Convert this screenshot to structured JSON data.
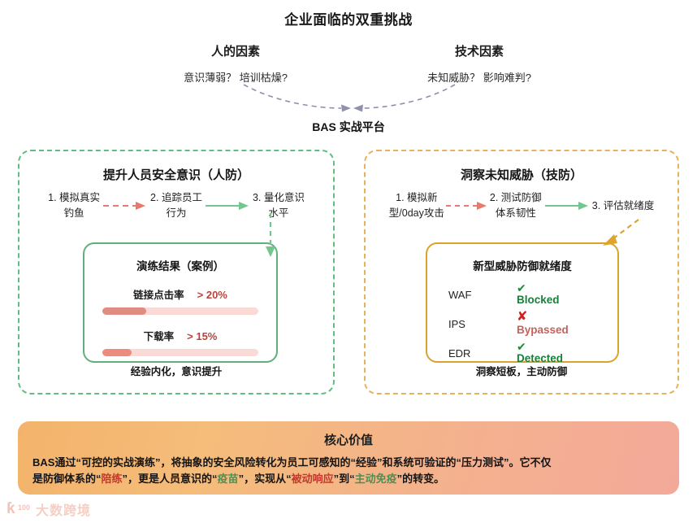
{
  "title": "企业面临的双重挑战",
  "causes": [
    {
      "title": "人的因素",
      "sub": "意识薄弱？  培训枯燥?"
    },
    {
      "title": "技术因素",
      "sub": "未知威胁？  影响难判?"
    }
  ],
  "platform_label": "BAS 实战平台",
  "panels": {
    "left": {
      "title": "提升人员安全意识（人防）",
      "steps": [
        "1. 模拟真实\n钓鱼",
        "2. 追踪员工\n行为",
        "3. 量化意识\n水平"
      ],
      "card_title": "演练结果（案例）",
      "metrics": [
        {
          "label": "链接点击率",
          "value": "> 20%",
          "percent": 28
        },
        {
          "label": "下载率",
          "value": "> 15%",
          "percent": 19
        }
      ],
      "footer": "经验内化，意识提升",
      "border_color": "#63bd83"
    },
    "right": {
      "title": "洞察未知威胁（技防）",
      "steps": [
        "1. 模拟新\n型/0day攻击",
        "2. 测试防御\n体系韧性",
        "3. 评估就绪度"
      ],
      "card_title": "新型威胁防御就绪度",
      "rows": [
        {
          "name": "WAF",
          "mark": "✔",
          "status": "Blocked",
          "state": "ok"
        },
        {
          "name": "IPS",
          "mark": "✘",
          "status": "Bypassed",
          "state": "bad"
        },
        {
          "name": "EDR",
          "mark": "✔",
          "status": "Detected",
          "state": "ok"
        }
      ],
      "footer": "洞察短板，主动防御",
      "border_color": "#e6b25e"
    }
  },
  "value": {
    "title": "核心价值",
    "line1_a": "BAS通过“可控的实战演练”，将抽象的安全风险转化为员工可感知的“经验”和系统可验证的“压力测试”。它不仅",
    "line2_a": "是防御体系的“",
    "line2_red1": "陪练",
    "line2_b": "”，更是人员意识的“",
    "line2_green1": "疫苗",
    "line2_c": "”，实现从“",
    "line2_red2": "被动响应",
    "line2_d": "”到“",
    "line2_green2": "主动免疫",
    "line2_e": "”的转变。"
  },
  "watermark": {
    "mark": "ƙ",
    "sup": "100",
    "text": "大数跨境"
  },
  "colors": {
    "green": "#63bd83",
    "orange": "#e6b25e",
    "red_arrow": "#e8796c",
    "green_arrow": "#72c68e",
    "converge_arrow": "#8f90ad",
    "bar_track": "#fbd9d5",
    "bar_fill": "#e08c80"
  }
}
